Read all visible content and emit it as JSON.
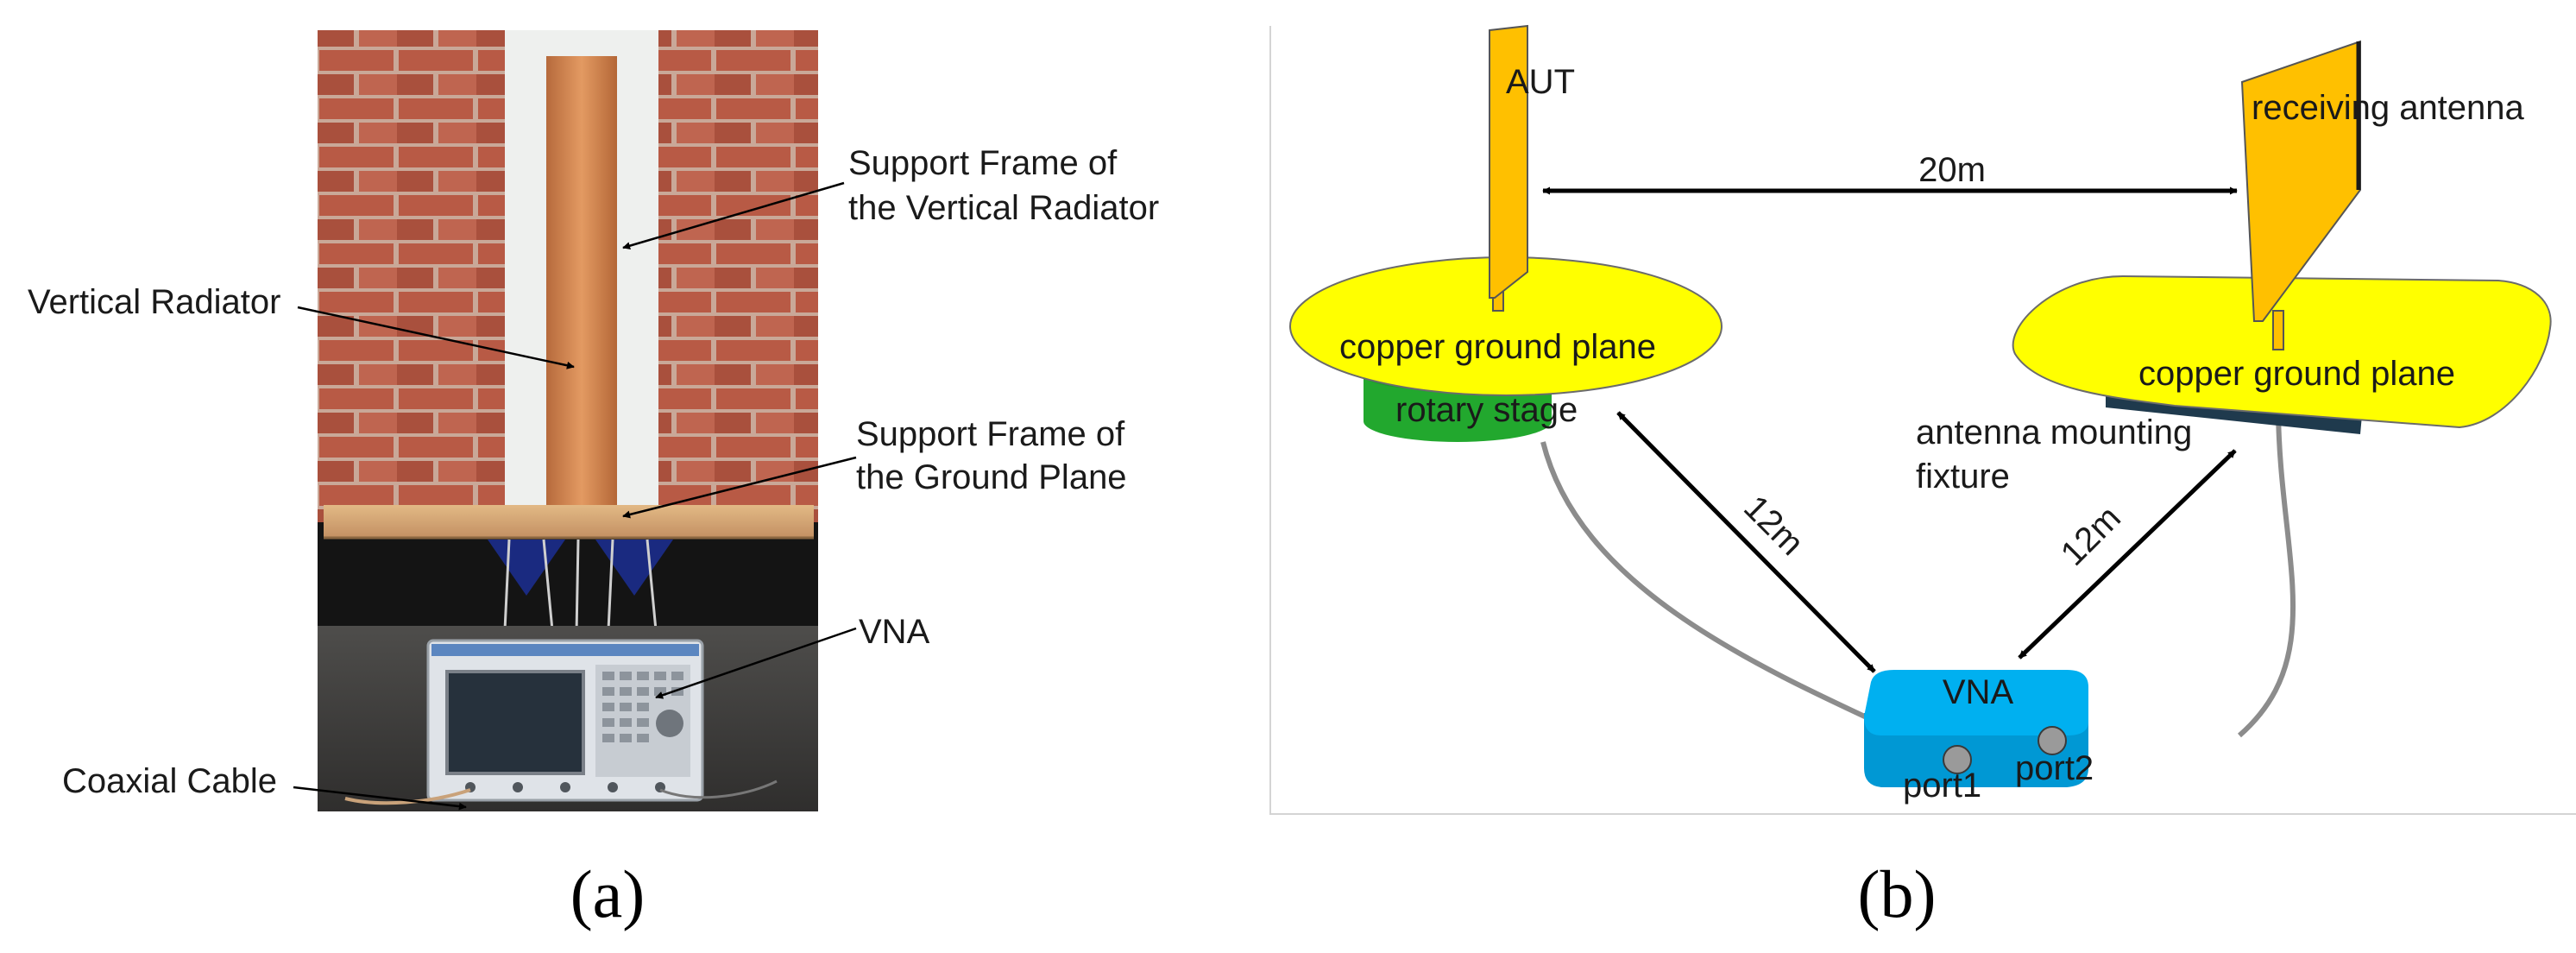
{
  "panel_a": {
    "photo_labels": {
      "support_frame_vertical_line1": "Support Frame of",
      "support_frame_vertical_line2": "the Vertical Radiator",
      "vertical_radiator": "Vertical Radiator",
      "support_frame_ground_line1": "Support Frame of",
      "support_frame_ground_line2": "the Ground Plane",
      "vna": "VNA",
      "coaxial_cable": "Coaxial Cable"
    },
    "caption": "(a)"
  },
  "panel_b": {
    "labels": {
      "aut": "AUT",
      "receiving_antenna": "receiving antenna",
      "distance_20m": "20m",
      "left_ground_plane": "copper ground plane",
      "right_ground_plane": "copper ground plane",
      "rotary_stage": "rotary stage",
      "mounting_fixture_line1": "antenna mounting",
      "mounting_fixture_line2": "fixture",
      "distance_12m_left": "12m",
      "distance_12m_right": "12m",
      "vna": "VNA",
      "port1": "port1",
      "port2": "port2"
    },
    "colors": {
      "antenna": "#ffc000",
      "ground_plane": "#ffff00",
      "rotary_stage": "#22a82e",
      "vna_box": "#00b0f0",
      "mounting_fixture": "#1f3a4d",
      "cable": "#8c8c8c"
    },
    "caption": "(b)"
  }
}
